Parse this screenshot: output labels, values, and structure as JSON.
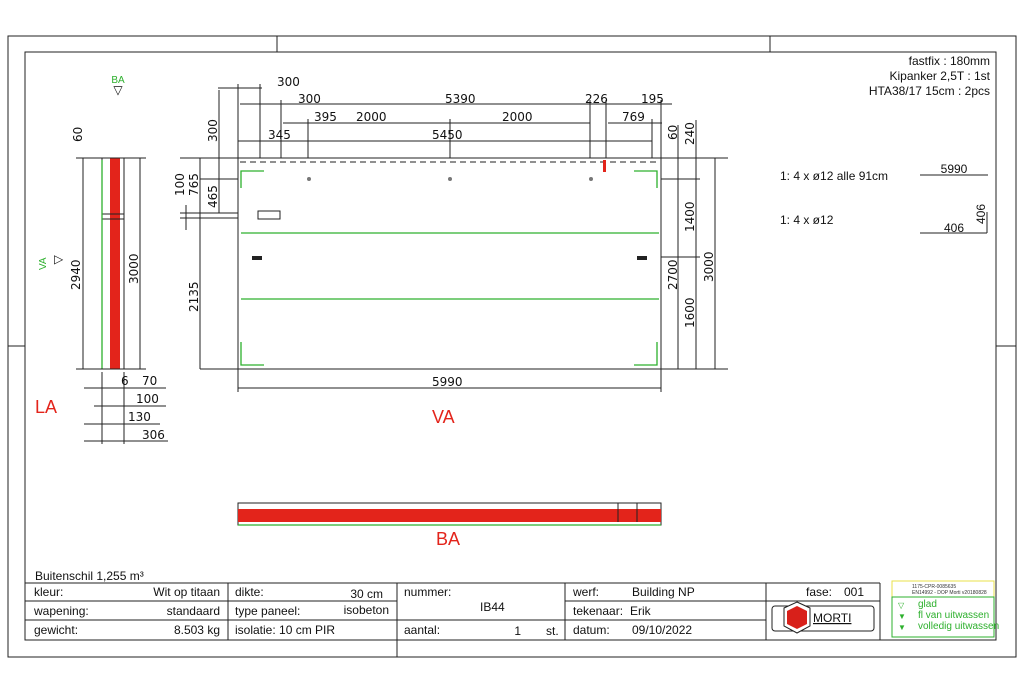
{
  "notes": {
    "fastfix": "fastfix : 180mm",
    "kipanker": "Kipanker 2,5T : 1st",
    "hta": "HTA38/17 15cm : 2pcs"
  },
  "rebar": [
    {
      "label": "1:  4  x ø12 alle 91cm",
      "dim": "5990"
    },
    {
      "label": "1:  4  x ø12",
      "dim": "406",
      "dim2": "406"
    }
  ],
  "views": {
    "la": "LA",
    "va": "VA",
    "ba": "BA",
    "ba_marker": "BA",
    "va_marker": "VA"
  },
  "dims_top": {
    "d300a": "300",
    "d300b": "300",
    "d5390": "5390",
    "d226": "226",
    "d195": "195",
    "d395": "395",
    "d2000a": "2000",
    "d2000b": "2000",
    "d769": "769",
    "d345": "345",
    "d5450": "5450"
  },
  "dims_left": {
    "d300": "300",
    "d100": "100",
    "d765": "765",
    "d465": "465",
    "d2135": "2135"
  },
  "dims_right": {
    "d60": "60",
    "d240": "240",
    "d1400": "1400",
    "d2700": "2700",
    "d1600": "1600",
    "d3000": "3000"
  },
  "dims_bottom": {
    "d5990": "5990"
  },
  "side_dims": {
    "d60": "60",
    "d2940": "2940",
    "d3000": "3000",
    "d6": "6",
    "d70": "70",
    "d100": "100",
    "d130": "130",
    "d306": "306"
  },
  "title_block": {
    "volume": "Buitenschil 1,255  m³",
    "kleur_label": "kleur:",
    "kleur": "Wit op titaan",
    "wapening_label": "wapening:",
    "wapening": "standaard",
    "gewicht_label": "gewicht:",
    "gewicht": "8.503  kg",
    "dikte_label": "dikte:",
    "dikte": "30  cm",
    "type_label": "type paneel:",
    "type": "isobeton",
    "isolatie": "isolatie:  10 cm PIR",
    "nummer_label": "nummer:",
    "nummer": "IB44",
    "aantal_label": "aantal:",
    "aantal": "1",
    "aantal_unit": "st.",
    "werf_label": "werf:",
    "werf": "Building NP",
    "tekenaar_label": "tekenaar:",
    "tekenaar": "Erik",
    "datum_label": "datum:",
    "datum": "09/10/2022",
    "fase_label": "fase:",
    "fase": "001",
    "logo": "MORTI",
    "cert1": "1175-CPR-0085635",
    "cert2": "EN14992 - DOP Morti v20180828",
    "finish": [
      "glad",
      "fl van uitwassen",
      "volledig uitwassen"
    ]
  },
  "colors": {
    "red": "#e3241b",
    "green": "#2db02d"
  }
}
